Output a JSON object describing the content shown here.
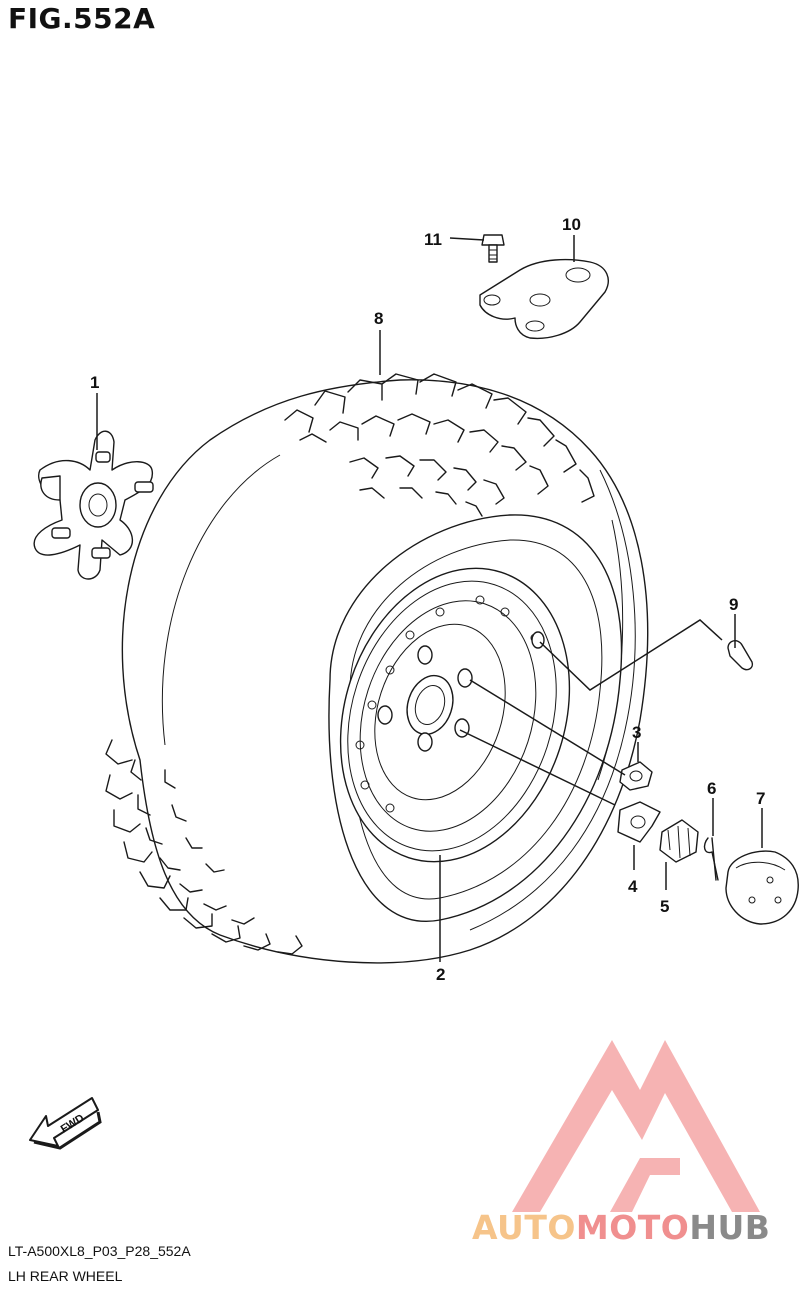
{
  "figure": {
    "title": "FIG.552A",
    "code": "LT-A500XL8_P03_P28_552A",
    "description": "LH REAR WHEEL",
    "direction_label": "FWD"
  },
  "callouts": [
    "1",
    "2",
    "3",
    "4",
    "5",
    "6",
    "7",
    "8",
    "9",
    "10",
    "11"
  ],
  "watermark": {
    "text_part1": "AUTO",
    "text_part2": "MOTO",
    "text_part3": "HUB",
    "colors": {
      "logo": "#f2a0a0",
      "auto": "#f6c48a",
      "moto": "#f08f8f",
      "hub": "#8a8a8a"
    }
  },
  "icons": [
    "fwd-arrow-icon",
    "brand-logo-icon"
  ]
}
